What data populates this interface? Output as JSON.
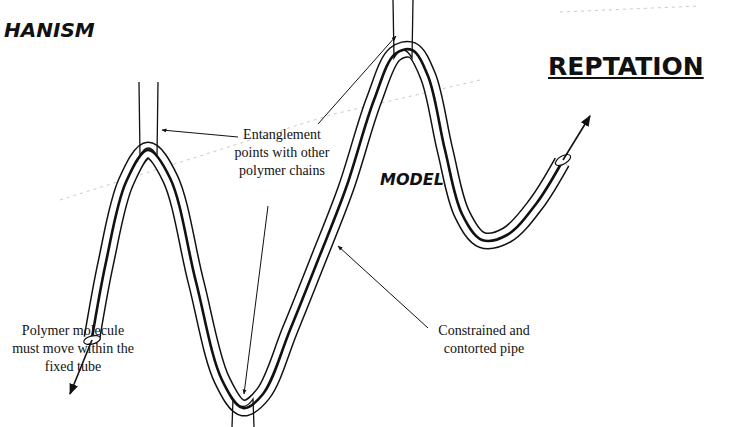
{
  "diagram": {
    "labels": [
      "HANISM",
      "REPTATION",
      "MODEL",
      "Entanglement points with other polymer chains",
      "Polymer molecule must move within the fixed tube",
      "Constrained and contorted pipe"
    ]
  }
}
